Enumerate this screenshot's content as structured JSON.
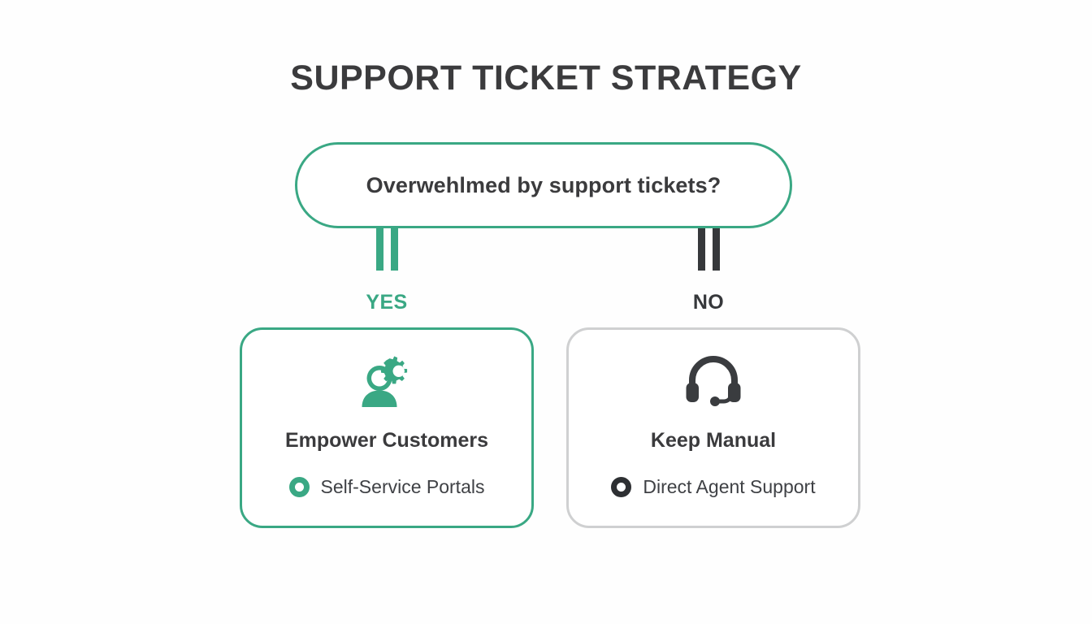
{
  "diagram": {
    "title": "SUPPORT TICKET STRATEGY",
    "decision": {
      "question": "Overwehlmed by support tickets?",
      "accent_color": "#3aa884"
    },
    "branches": [
      {
        "label": "YES",
        "color": "#3aa884",
        "connector": "double-bar-vertical",
        "outcome": {
          "icon": "user-gear-icon",
          "heading": "Empower Customers",
          "bullet": "Self-Service Portals",
          "bullet_icon": "ring-bullet-icon",
          "border_color": "#3aa884"
        }
      },
      {
        "label": "NO",
        "color": "#36383b",
        "connector": "double-bar-vertical",
        "outcome": {
          "icon": "headset-icon",
          "heading": "Keep Manual",
          "bullet": "Direct Agent Support",
          "bullet_icon": "ring-bullet-icon",
          "border_color": "#cfd0d1"
        }
      }
    ],
    "colors": {
      "background": "#fefefe",
      "text_dark": "#3b3b3d",
      "accent_green": "#3aa884",
      "neutral_gray": "#cfd0d1"
    }
  }
}
